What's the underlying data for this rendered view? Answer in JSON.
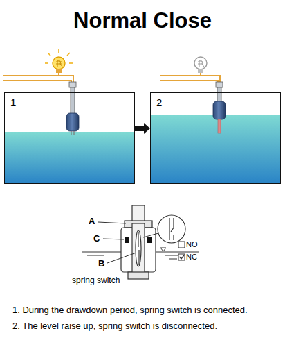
{
  "diagram": {
    "title": "Normal Close",
    "nodes": [
      {
        "text": [
          "1"
        ]
      },
      {
        "text": [
          "2"
        ]
      }
    ],
    "edges": [
      {
        "from": 0,
        "to": 1,
        "arrow": "to"
      }
    ],
    "labels": [
      "A",
      "C",
      "B",
      "spring switch",
      "NO",
      "NC",
      "1. During the drawdown period, spring switch is connected.",
      "2. The level raise up, spring switch is disconnected."
    ]
  }
}
